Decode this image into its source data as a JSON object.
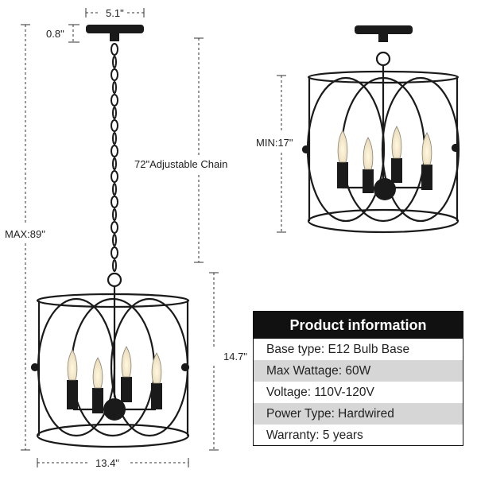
{
  "dimensions": {
    "canopy_width": "5.1\"",
    "canopy_height": "0.8\"",
    "chain": "72\"Adjustable Chain",
    "max_height": "MAX:89\"",
    "min_height": "MIN:17\"",
    "body_height": "14.7\"",
    "body_width": "13.4\""
  },
  "product_info": {
    "title": "Product information",
    "rows": [
      {
        "text": "Base type: E12 Bulb Base",
        "shaded": false
      },
      {
        "text": "Max Wattage: 60W",
        "shaded": true
      },
      {
        "text": "Voltage: 110V-120V",
        "shaded": false
      },
      {
        "text": "Power Type: Hardwired",
        "shaded": true
      },
      {
        "text": "Warranty: 5 years",
        "shaded": false
      }
    ]
  },
  "colors": {
    "fixture": "#1a1a1a",
    "header_bg": "#111111",
    "row_shade": "#d6d6d6"
  }
}
